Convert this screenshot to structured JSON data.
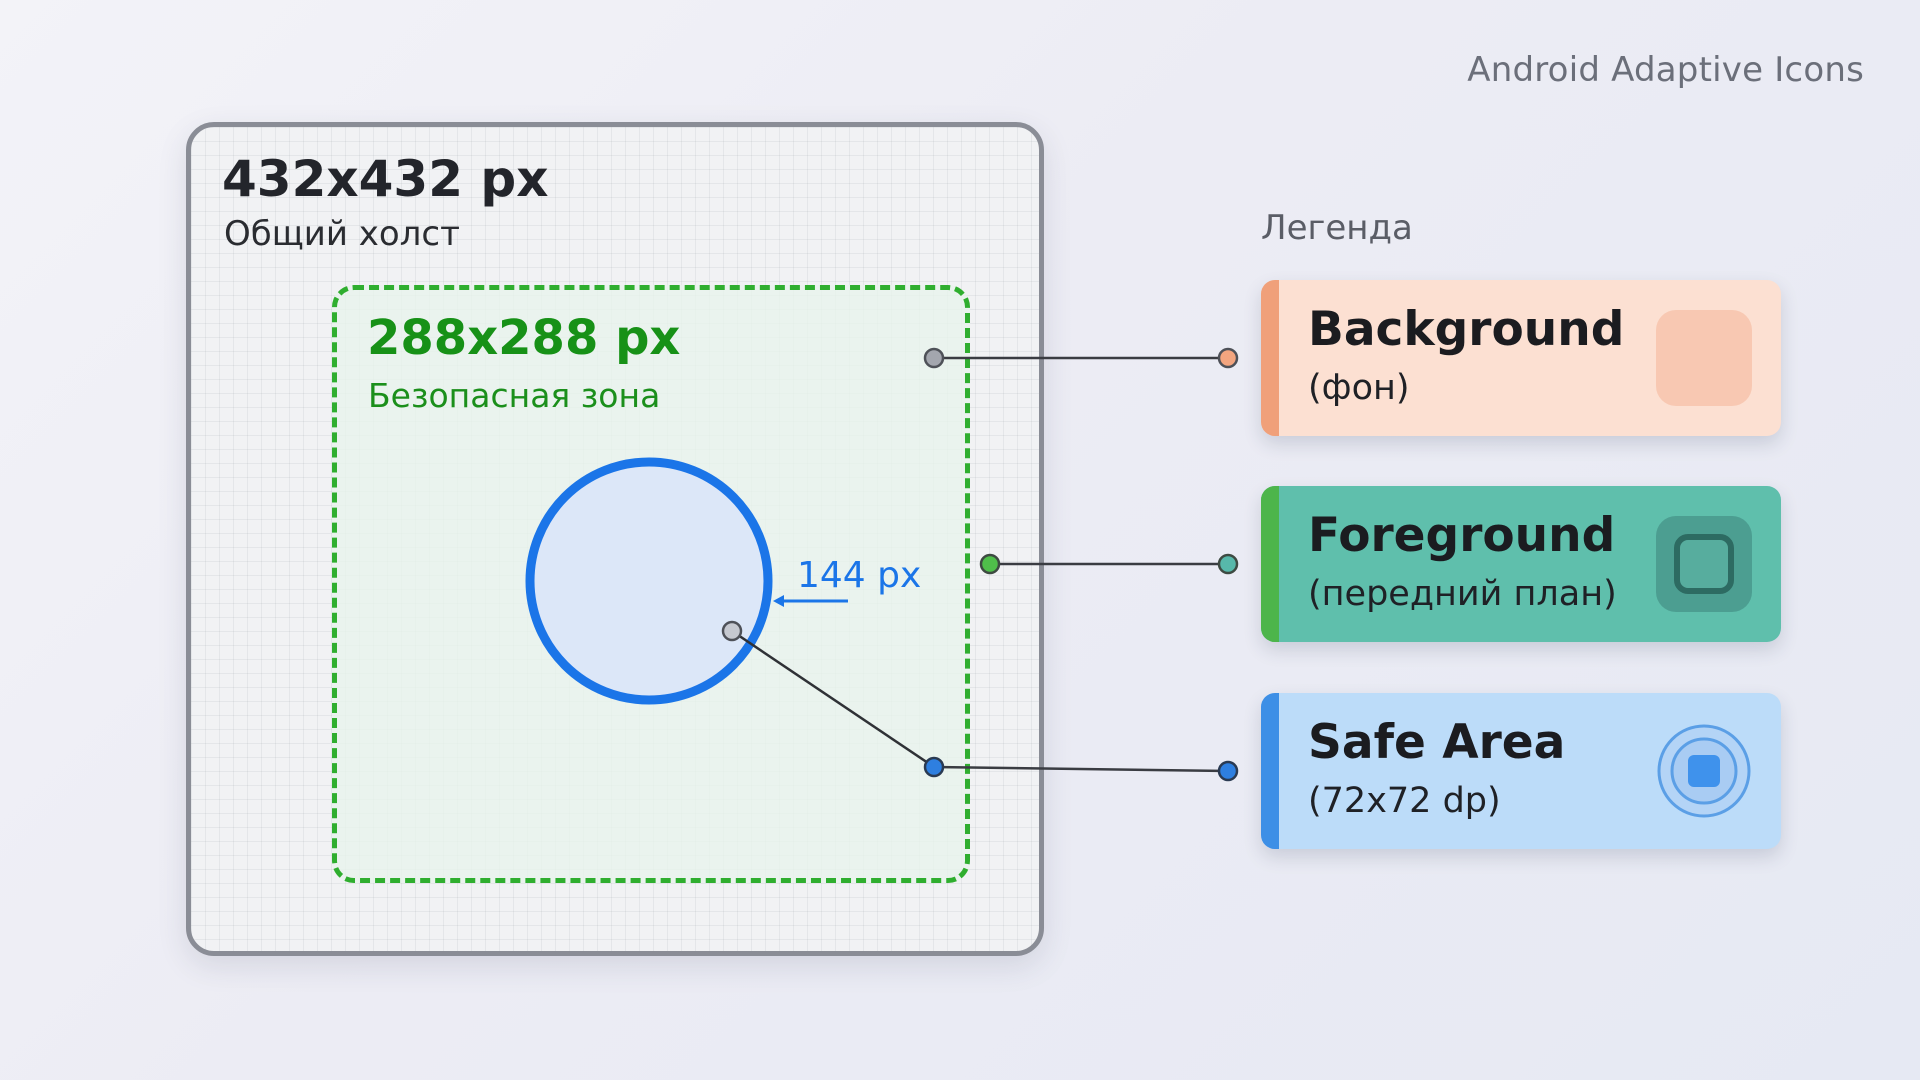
{
  "header": {
    "brand": "Android Adaptive Icons"
  },
  "canvas": {
    "size": "432x432 px",
    "label": "Общий холст"
  },
  "safe_zone": {
    "size": "288x288 px",
    "label": "Безопасная зона"
  },
  "circle": {
    "radius_label": "144 px"
  },
  "legend": {
    "title": "Легенда",
    "items": [
      {
        "title": "Background",
        "subtitle": "(фон)",
        "icon": "square-swatch-icon"
      },
      {
        "title": "Foreground",
        "subtitle": "(передний план)",
        "icon": "rounded-square-outline-icon"
      },
      {
        "title": "Safe Area",
        "subtitle": "(72x72 dp)",
        "icon": "target-circle-icon"
      }
    ]
  },
  "colors": {
    "safe_zone_green": "#2fae2f",
    "circle_blue": "#1b75e8",
    "background_accent": "#f0a07a",
    "foreground_accent": "#4db54b",
    "safe_area_accent": "#3d8fe6",
    "canvas_border": "#8a8d96"
  }
}
